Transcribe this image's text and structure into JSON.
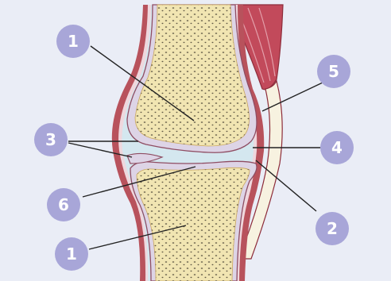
{
  "diagram": {
    "colors": {
      "background": "#eaedf6",
      "bone": "#f1e5b2",
      "cartilage": "#ddd4e6",
      "joint_space": "#d4e7ef",
      "capsule": "#b8525c",
      "muscle": "#c24a5b",
      "tendon": "#f7f2e0",
      "marker": "#a8a6d8",
      "leader": "#222222"
    },
    "markers": [
      {
        "id": "m1-top",
        "label": "1"
      },
      {
        "id": "m1-bottom",
        "label": "1"
      },
      {
        "id": "m2",
        "label": "2"
      },
      {
        "id": "m3",
        "label": "3"
      },
      {
        "id": "m4",
        "label": "4"
      },
      {
        "id": "m5",
        "label": "5"
      },
      {
        "id": "m6",
        "label": "6"
      }
    ]
  }
}
